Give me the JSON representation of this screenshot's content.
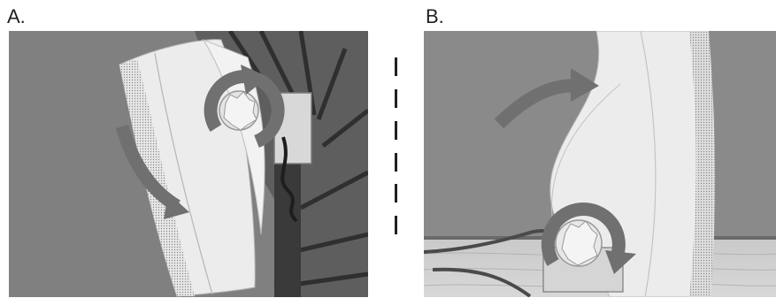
{
  "panels": [
    {
      "label": "A.",
      "image": "mount-rotation-step-a"
    },
    {
      "label": "B.",
      "image": "mount-rotation-step-b"
    }
  ],
  "icons": {
    "panel_a": [
      "curved-arrow-down-icon",
      "circular-rotate-arrow-icon"
    ],
    "panel_b": [
      "curved-arrow-right-icon",
      "circular-rotate-arrow-icon"
    ]
  },
  "colors": {
    "arrow": "#707070",
    "background_a": "#7f7f7f",
    "background_b": "#8a8a8a",
    "speaker_body": "#ececec",
    "divider": "#231f20"
  }
}
